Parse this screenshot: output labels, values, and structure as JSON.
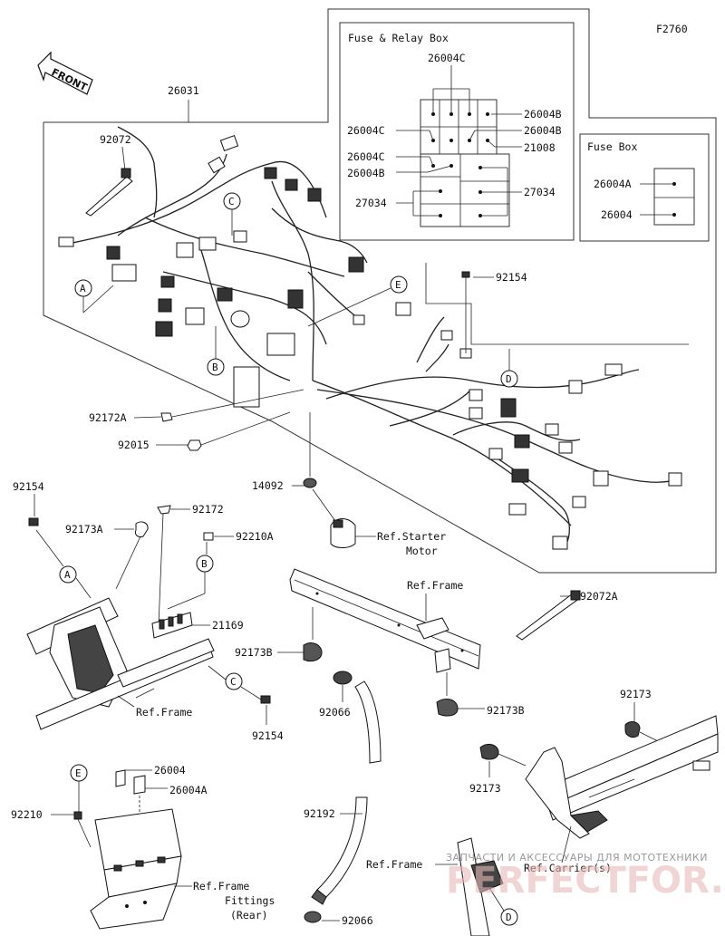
{
  "figure_code": "F2760",
  "front_label": "FRONT",
  "fuse_relay_box": {
    "title": "Fuse & Relay Box",
    "labels": {
      "top": "26004C",
      "r1": "26004B",
      "l2": "26004C",
      "r2": "26004B",
      "l3": "26004C",
      "r3": "21008",
      "l4": "26004B",
      "l5": "27034",
      "r5": "27034"
    }
  },
  "fuse_box": {
    "title": "Fuse Box",
    "labels": {
      "a": "26004A",
      "b": "26004"
    }
  },
  "parts": {
    "p26031": "26031",
    "p92072": "92072",
    "p92154_top": "92154",
    "p92172A": "92172A",
    "p92015": "92015",
    "p14092": "14092",
    "ref_starter": "Ref.Starter",
    "ref_starter2": "Motor",
    "p92154_left": "92154",
    "p92173A": "92173A",
    "p92172": "92172",
    "p92210A": "92210A",
    "p21169": "21169",
    "ref_frame_left": "Ref.Frame",
    "p92154_bottom": "92154",
    "ref_frame_mid": "Ref.Frame",
    "p92072A": "92072A",
    "p92173B_left": "92173B",
    "p92173B_right": "92173B",
    "p92066_top": "92066",
    "p92173_right": "92173",
    "p92173_right2": "92173",
    "p26004": "26004",
    "p26004A": "26004A",
    "p92210": "92210",
    "ref_frame_fit1": "Ref.Frame",
    "ref_frame_fit2": "Fittings",
    "ref_frame_fit3": "(Rear)",
    "p92192": "92192",
    "ref_frame_bottom": "Ref.Frame",
    "ref_carrier": "Ref.Carrier(s)",
    "p92066_bottom": "92066"
  },
  "callouts": {
    "A": "A",
    "B": "B",
    "C": "C",
    "D": "D",
    "E": "E"
  },
  "watermark": {
    "line1": "ЗАПЧАСТИ И АКСЕССУАРЫ ДЛЯ МОТОТЕХНИКИ",
    "line2": "PERFECTFOR.RU"
  }
}
